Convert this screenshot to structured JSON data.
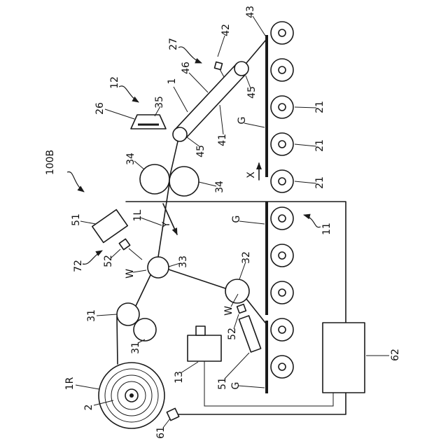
{
  "colors": {
    "ink": "#1a1a1a",
    "background": "#ffffff"
  },
  "labels": {
    "ref_100b": "100B",
    "ref_26": "26",
    "ref_12": "12",
    "ref_35": "35",
    "ref_27": "27",
    "ref_42": "42",
    "ref_43": "43",
    "ref_46": "46",
    "ref_1": "1",
    "ref_45_lower": "45",
    "ref_41": "41",
    "ref_45_upper": "45",
    "ref_34_left": "34",
    "ref_34_right": "34",
    "ref_51_upper": "51",
    "ref_1l": "1L",
    "ref_52_upper": "52",
    "ref_w_upper": "W",
    "ref_72": "72",
    "ref_33": "33",
    "ref_31_upper": "31",
    "ref_31_lower": "31",
    "ref_1r": "1R",
    "ref_2": "2",
    "ref_61": "61",
    "ref_13": "13",
    "ref_51_lower": "51",
    "ref_52_lower": "52",
    "ref_32": "32",
    "ref_w_lower": "W",
    "axis_x": "X",
    "axis_y": "Y",
    "ref_g_top": "G",
    "ref_g_middle": "G",
    "ref_g_bottom": "G",
    "ref_21_a": "21",
    "ref_21_b": "21",
    "ref_21_c": "21",
    "ref_11": "11",
    "ref_62": "62"
  }
}
